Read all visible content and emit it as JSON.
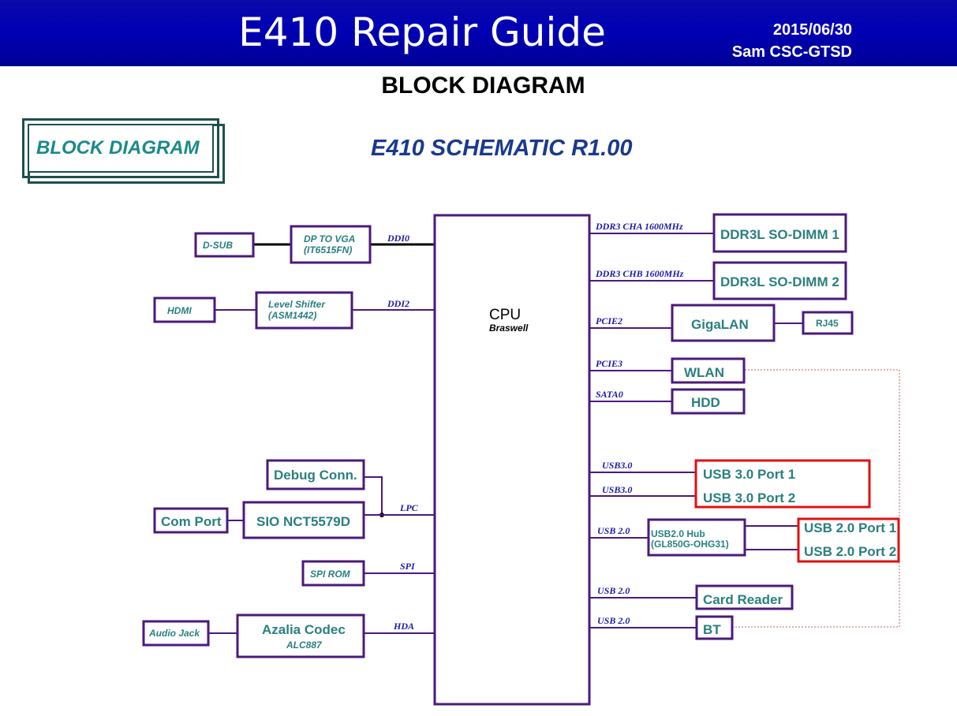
{
  "header": {
    "title": "E410 Repair Guide",
    "date": "2015/06/30",
    "author": "Sam CSC-GTSD"
  },
  "page_title": "BLOCK DIAGRAM",
  "badge": "BLOCK DIAGRAM",
  "schematic_title": "E410 SCHEMATIC R1.00",
  "cpu": {
    "label": "CPU",
    "sub": "Braswell"
  },
  "left": {
    "dsub": "D-SUB",
    "dp_to_vga": "DP TO VGA",
    "dp_to_vga_chip": "(IT6515FN)",
    "hdmi": "HDMI",
    "level_shifter": "Level Shifter",
    "level_shifter_chip": "(ASM1442)",
    "debug": "Debug Conn.",
    "com_port": "Com Port",
    "sio": "SIO NCT5579D",
    "spi_rom": "SPI ROM",
    "audio_jack": "Audio Jack",
    "azalia": "Azalia Codec",
    "azalia_chip": "ALC887"
  },
  "left_buses": {
    "ddi0": "DDI0",
    "ddi2": "DDI2",
    "lpc": "LPC",
    "spi": "SPI",
    "hda": "HDA"
  },
  "right": {
    "dimm1": "DDR3L SO-DIMM 1",
    "dimm2": "DDR3L SO-DIMM 2",
    "gigalan": "GigaLAN",
    "rj45": "RJ45",
    "wlan": "WLAN",
    "hdd": "HDD",
    "usb3_port1": "USB 3.0 Port 1",
    "usb3_port2": "USB 3.0 Port 2",
    "usb2_hub": "USB2.0 Hub",
    "usb2_hub_chip": "(GL850G-OHG31)",
    "usb2_port1": "USB 2.0 Port 1",
    "usb2_port2": "USB 2.0 Port 2",
    "card_reader": "Card Reader",
    "bt": "BT"
  },
  "right_buses": {
    "ddr_cha": "DDR3 CHA 1600MHz",
    "ddr_chb": "DDR3 CHB 1600MHz",
    "pcie2": "PCIE2",
    "pcie3": "PCIE3",
    "sata0": "SATA0",
    "usb30_a": "USB3.0",
    "usb30_b": "USB3.0",
    "usb20_hub": "USB 2.0",
    "usb20_card": "USB 2.0",
    "usb20_bt": "USB 2.0"
  },
  "colors": {
    "header_bg": "#0000b4",
    "box_border": "#4b1a7a",
    "box_text": "#2a7f7f",
    "bus_text": "#1a1aa8",
    "highlight": "#e01010"
  }
}
